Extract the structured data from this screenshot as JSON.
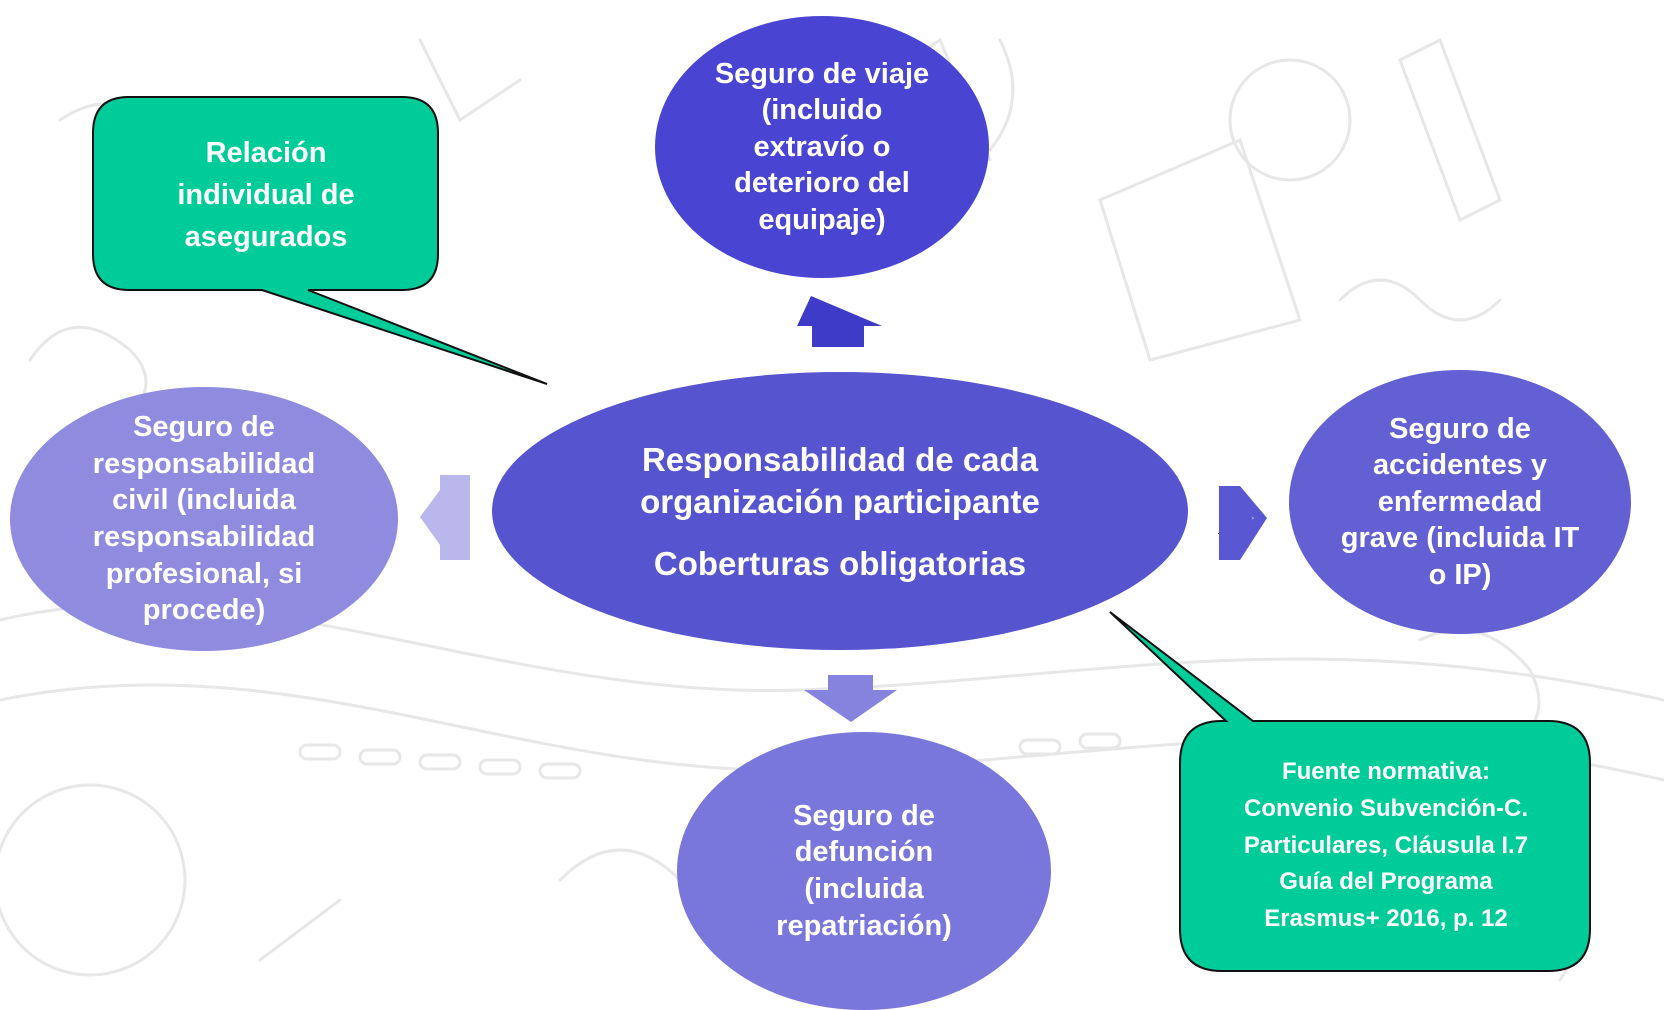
{
  "diagram": {
    "center": {
      "line1": "Responsabilidad de cada\norganización participante",
      "line2": "Coberturas obligatorias",
      "color": "#5654cf"
    },
    "nodes": {
      "top": "Seguro de viaje\n(incluido\nextravío o\ndeterioro del\nequipaje)",
      "right": "Seguro de\naccidentes y\nenfermedad\ngrave (incluida IT\no IP)",
      "left": "Seguro de\nresponsabilidad\ncivil (incluida\nresponsabilidad\nprofesional, si\nprocede)",
      "bottom": "Seguro de\ndefunción\n(incluida\nrepatriación)"
    },
    "callouts": {
      "insured_list": "Relación\nindividual de\nasegurados",
      "legal_source": "Fuente normativa:\nConvenio Subvención-C.\nParticulares, Cláusula I.7\nGuía del Programa\nErasmus+ 2016, p. 12"
    },
    "colors": {
      "callout_fill": "#00cc99",
      "top_node": "#4945d2",
      "right_node": "#6360d4",
      "left_node": "#8f8ce0",
      "bottom_node": "#7a77dc"
    }
  }
}
